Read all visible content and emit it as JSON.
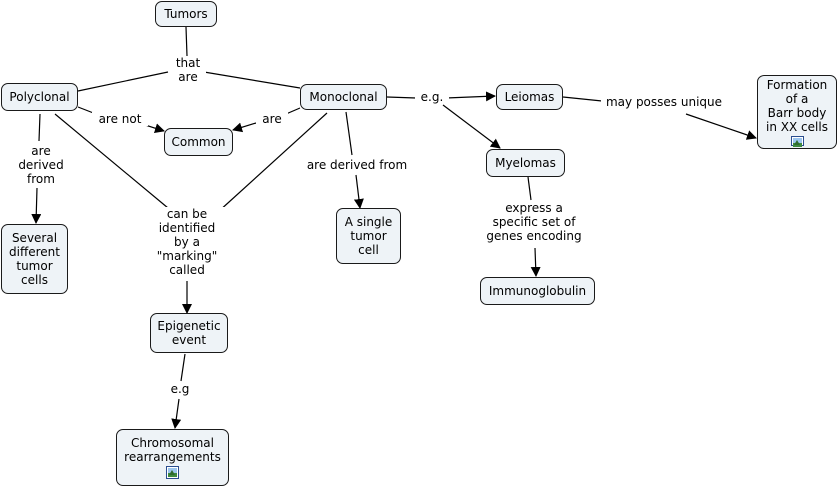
{
  "nodes": {
    "tumors": "Tumors",
    "polyclonal": "Polyclonal",
    "monoclonal": "Monoclonal",
    "common": "Common",
    "leiomas": "Leiomas",
    "myelomas": "Myelomas",
    "barr_body": "Formation\nof a\nBarr body\nin XX cells",
    "several_cells": "Several\ndifferent\ntumor\ncells",
    "single_cell": "A single\ntumor\ncell",
    "immunoglobulin": "Immunoglobulin",
    "epigenetic": "Epigenetic\nevent",
    "chromosomal": "Chromosomal\nrearrangements"
  },
  "links": {
    "that_are": "that\nare",
    "are_not": "are not",
    "are": "are",
    "eg_1": "e.g.",
    "may_posses": "may posses unique",
    "are_derived_from_1": "are\nderived\nfrom",
    "are_derived_from_2": "are derived from",
    "express": "express a\nspecific set of\ngenes encoding",
    "identified": "can be\nidentified\nby a\n\"marking\"\ncalled",
    "eg_2": "e.g"
  },
  "icons": {
    "barr_body": "image-icon",
    "chromosomal": "image-icon"
  }
}
